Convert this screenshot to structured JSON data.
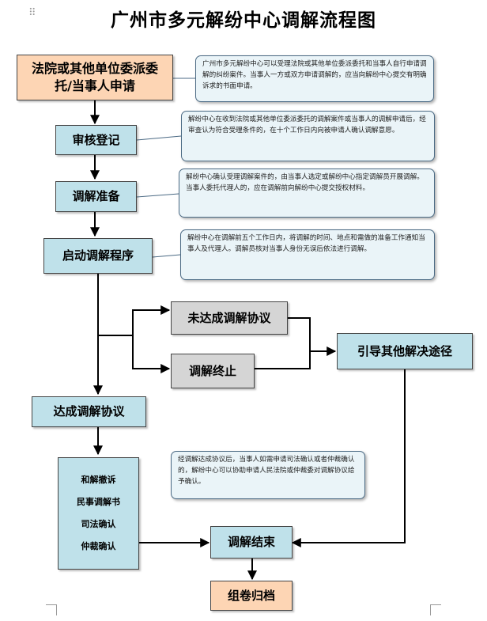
{
  "title": "广州市多元解纷中心调解流程图",
  "steps": {
    "apply": "法院或其他单位委派委托/当事人申请",
    "review": "审核登记",
    "prepare": "调解准备",
    "start": "启动调解程序",
    "no_agreement": "未达成调解协议",
    "terminate": "调解终止",
    "guide": "引导其他解决途径",
    "agreement": "达成调解协议",
    "outcomes": [
      "和解撤诉",
      "民事调解书",
      "司法确认",
      "仲裁确认"
    ],
    "end": "调解结束",
    "archive": "组卷归档"
  },
  "notes": {
    "apply": "广州市多元解纷中心可以受理法院或其他单位委派委托和当事人自行申请调解的纠纷案件。当事人一方或双方申请调解的，应当向解纷中心提交有明确诉求的书面申请。",
    "review": "解纷中心在收到法院或其他单位委派委托的调解案件或当事人的调解申请后，经审查认为符合受理条件的，在十个工作日内向被申请人确认调解意愿。",
    "prepare": "解纷中心确认受理调解案件的，由当事人选定或解纷中心指定调解员开展调解。当事人委托代理人的，应在调解前向解纷中心提交授权材料。",
    "start": "解纷中心在调解前五个工作日内，将调解的时间、地点和需做的准备工作通知当事人及代理人。调解员核对当事人身份无误后依法进行调解。",
    "agreement": "经调解达成协议后，当事人如需申请司法确认或者仲裁确认的，解纷中心可以协助申请人民法院或仲裁委对调解协议给予确认。"
  },
  "colors": {
    "start_end": "#fdd5b4",
    "process": "#bfe1ea",
    "branch": "#d5d5d5",
    "note_border": "#4b6a84"
  }
}
